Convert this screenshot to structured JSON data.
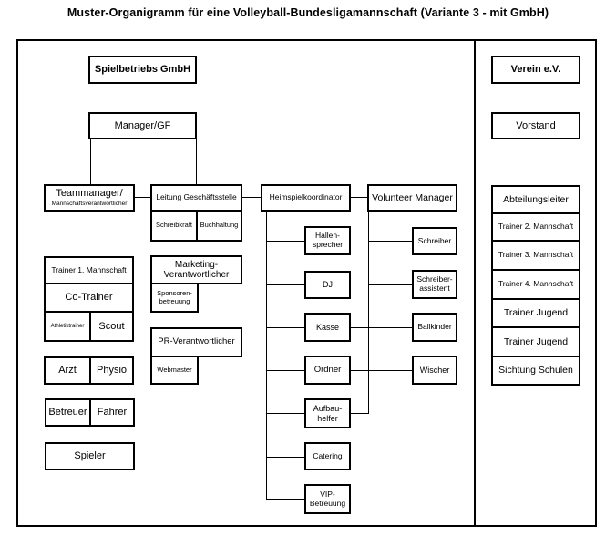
{
  "title": "Muster-Organigramm für eine Volleyball-Bundesligamannschaft (Variante 3 - mit GmbH)",
  "colors": {
    "border": "#000000",
    "background": "#ffffff",
    "text": "#000000"
  },
  "gmbh": {
    "header": "Spielbetriebs GmbH",
    "manager": "Manager/GF",
    "teammanager": {
      "title": "Teammanager/",
      "subtitle": "Mannschaftsverantwortlicher"
    },
    "geschaeftsstelle": {
      "title": "Leitung Geschäftsstelle",
      "schreibkraft": "Schreibkraft",
      "buchhaltung": "Buchhaltung"
    },
    "team_staff": {
      "trainer1": "Trainer 1. Mannschaft",
      "co_trainer": "Co-Trainer",
      "athletiktrainer": "Athletiktrainer",
      "scout": "Scout",
      "arzt": "Arzt",
      "physio": "Physio",
      "betreuer": "Betreuer",
      "fahrer": "Fahrer",
      "spieler": "Spieler"
    },
    "marketing": {
      "title": "Marketing-\nVerantwortlicher",
      "sponsoren": "Sponsoren-\nbetreuung"
    },
    "pr": {
      "title": "PR-Verantwortlicher",
      "webmaster": "Webmaster"
    },
    "heimspielkoordinator": {
      "title": "Heimspielkoordinator",
      "subs": [
        "Hallen-\nsprecher",
        "DJ",
        "Kasse",
        "Ordner",
        "Aufbau-\nhelfer",
        "Catering",
        "VIP-\nBetreuung"
      ]
    },
    "volunteer_manager": {
      "title": "Volunteer Manager",
      "subs": [
        "Schreiber",
        "Schreiber-\nassistent",
        "Ballkinder",
        "Wischer"
      ]
    }
  },
  "verein": {
    "header": "Verein e.V.",
    "vorstand": "Vorstand",
    "items": [
      "Abteilungsleiter",
      "Trainer 2. Mannschaft",
      "Trainer 3. Mannschaft",
      "Trainer 4. Mannschaft",
      "Trainer Jugend",
      "Trainer Jugend",
      "Sichtung Schulen"
    ]
  }
}
